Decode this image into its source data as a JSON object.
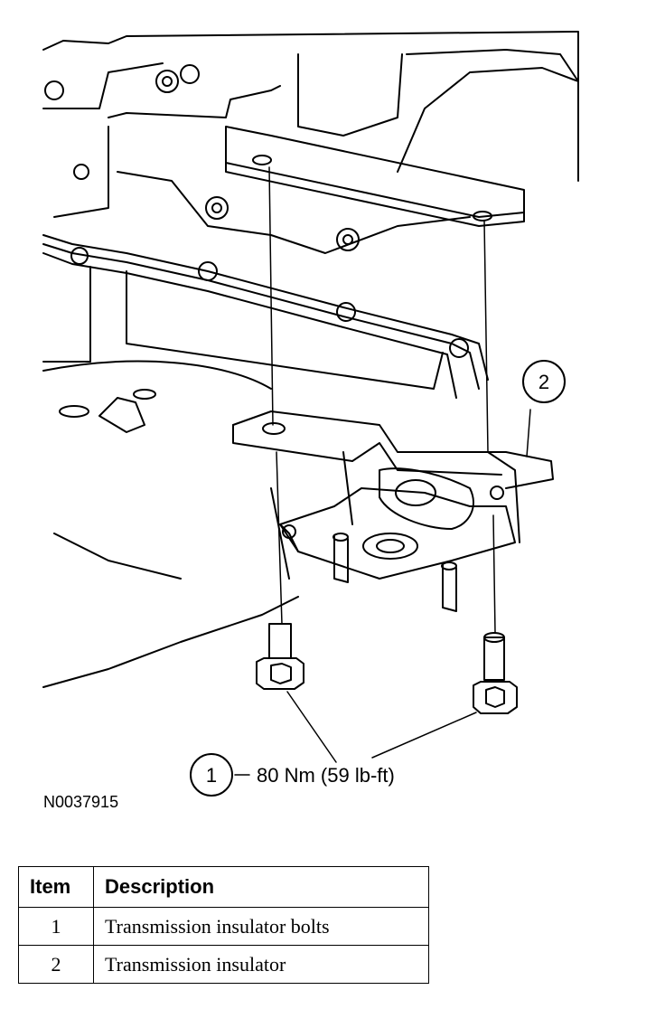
{
  "figure": {
    "callouts": [
      {
        "number": "1",
        "label": "80 Nm (59 lb-ft)"
      },
      {
        "number": "2",
        "label": ""
      }
    ],
    "figure_id": "N0037915"
  },
  "legend": {
    "headers": {
      "item": "Item",
      "description": "Description"
    },
    "rows": [
      {
        "item": "1",
        "description": "Transmission insulator bolts"
      },
      {
        "item": "2",
        "description": "Transmission insulator"
      }
    ]
  }
}
